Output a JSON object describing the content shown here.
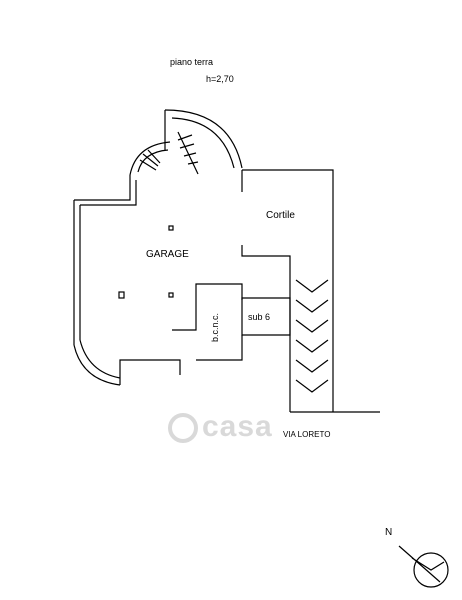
{
  "header": {
    "floor_label": "piano terra",
    "height_label": "h=2,70"
  },
  "rooms": {
    "garage": "GARAGE",
    "cortile": "Cortile",
    "sub6": "sub 6",
    "bcnc": "b.c.n.c."
  },
  "street": {
    "name": "VIA LORETO"
  },
  "compass": {
    "north": "N"
  },
  "watermark": {
    "text": "casa"
  }
}
